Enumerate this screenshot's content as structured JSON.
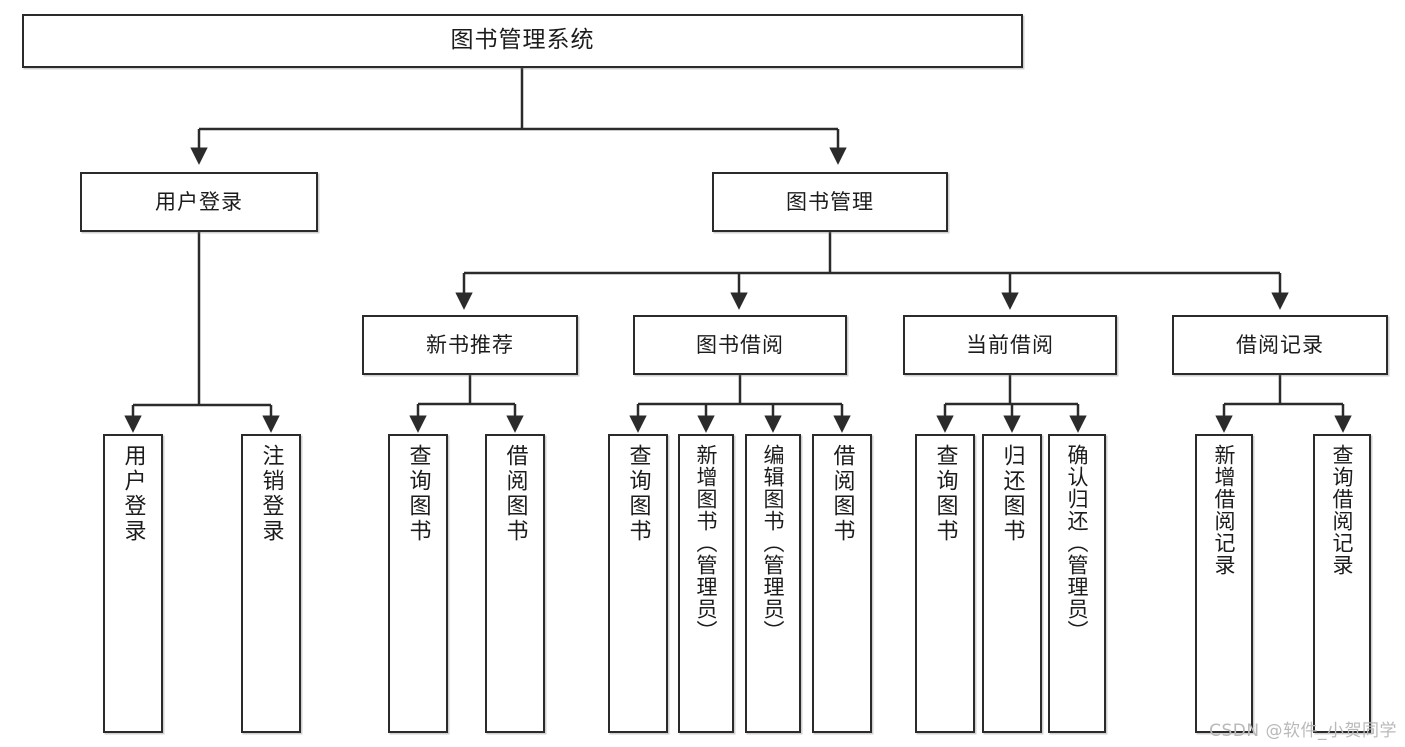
{
  "diagram": {
    "title": "图书管理系统",
    "watermark": "CSDN @软件_小贺同学",
    "colors": {
      "stroke": "#2b2b2b",
      "fill": "#ffffff",
      "text": "#1c1c1c",
      "watermark": "#b9b9b9"
    },
    "root": {
      "label": "图书管理系统"
    },
    "level1": [
      {
        "label": "用户登录"
      },
      {
        "label": "图书管理"
      }
    ],
    "level2": [
      {
        "label": "新书推荐"
      },
      {
        "label": "图书借阅"
      },
      {
        "label": "当前借阅"
      },
      {
        "label": "借阅记录"
      }
    ],
    "leaves": {
      "user_login": [
        {
          "label": "用户登录"
        },
        {
          "label": "注销登录"
        }
      ],
      "new_book": [
        {
          "label": "查询图书"
        },
        {
          "label": "借阅图书"
        }
      ],
      "book_borrow": [
        {
          "label": "查询图书"
        },
        {
          "label": "新增图书（管理员）"
        },
        {
          "label": "编辑图书（管理员）"
        },
        {
          "label": "借阅图书"
        }
      ],
      "current_borrow": [
        {
          "label": "查询图书"
        },
        {
          "label": "归还图书"
        },
        {
          "label": "确认归还（管理员）"
        }
      ],
      "borrow_record": [
        {
          "label": "新增借阅记录"
        },
        {
          "label": "查询借阅记录"
        }
      ]
    }
  }
}
